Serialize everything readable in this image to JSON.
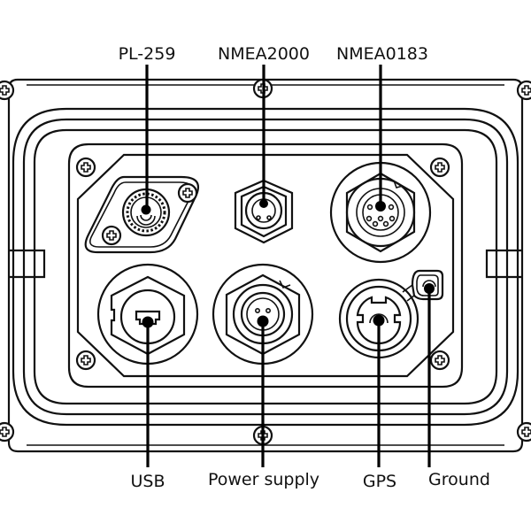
{
  "diagram": {
    "title": "Rear panel connectors",
    "top_labels": [
      {
        "id": "pl259",
        "text": "PL-259"
      },
      {
        "id": "nmea2000",
        "text": "NMEA2000"
      },
      {
        "id": "nmea0183",
        "text": "NMEA0183"
      }
    ],
    "bottom_labels": [
      {
        "id": "usb",
        "text": "USB"
      },
      {
        "id": "power",
        "text": "Power supply"
      },
      {
        "id": "gps",
        "text": "GPS"
      },
      {
        "id": "ground",
        "text": "Ground"
      }
    ],
    "colors": {
      "line": "#111111",
      "background": "#ffffff"
    }
  }
}
